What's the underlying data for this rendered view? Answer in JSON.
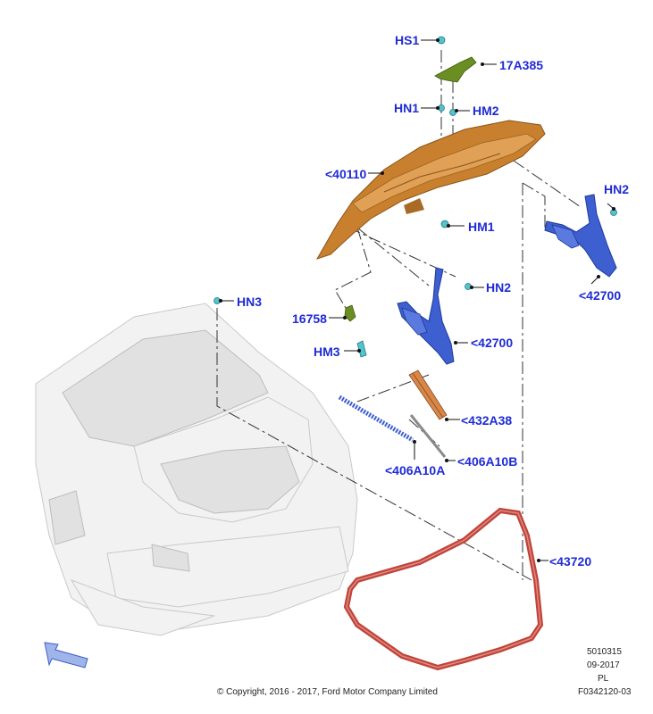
{
  "callouts": {
    "hs1": "HS1",
    "c17a385": "17A385",
    "hn1": "HN1",
    "hm2": "HM2",
    "c40110": "<40110",
    "hn2_right": "HN2",
    "hm1": "HM1",
    "c42700_right": "<42700",
    "hn2_mid": "HN2",
    "hn3": "HN3",
    "c16758": "16758",
    "c42700_mid": "<42700",
    "hm3": "HM3",
    "c432a38": "<432A38",
    "c406a10a": "<406A10A",
    "c406a10b": "<406A10B",
    "c43720": "<43720"
  },
  "footer": {
    "copyright": "© Copyright, 2016 - 2017, Ford Motor Company Limited",
    "code1": "5010315",
    "code2": "09-2017",
    "code3": "PL",
    "code4": "F0342120-03"
  },
  "colors": {
    "callout_text": "#1f2bd6",
    "trunk_lid": "#c8802e",
    "hinge": "#3d5fd0",
    "seal": "#c0443a",
    "bracket": "#6b8e23",
    "clip": "#56c2c9",
    "front_arrow": "#9fb4e8"
  },
  "icons": {
    "front_arrow": "orientation-arrow-icon"
  }
}
